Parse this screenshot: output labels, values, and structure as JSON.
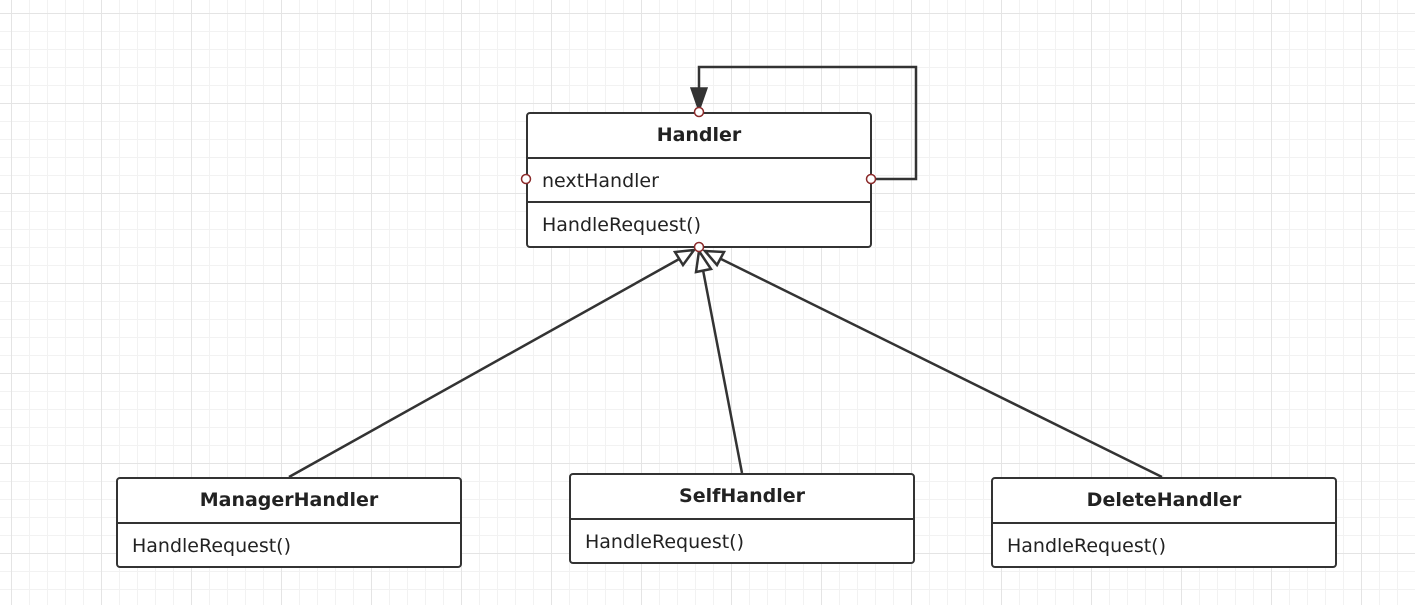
{
  "diagram": {
    "classes": {
      "handler": {
        "name": "Handler",
        "attribute": "nextHandler",
        "method": "HandleRequest()"
      },
      "manager_handler": {
        "name": "ManagerHandler",
        "method": "HandleRequest()"
      },
      "self_handler": {
        "name": "SelfHandler",
        "method": "HandleRequest()"
      },
      "delete_handler": {
        "name": "DeleteHandler",
        "method": "HandleRequest()"
      }
    },
    "relations": [
      {
        "type": "association",
        "from": "Handler",
        "to": "Handler"
      },
      {
        "type": "generalization",
        "from": "ManagerHandler",
        "to": "Handler"
      },
      {
        "type": "generalization",
        "from": "SelfHandler",
        "to": "Handler"
      },
      {
        "type": "generalization",
        "from": "DeleteHandler",
        "to": "Handler"
      }
    ],
    "colors": {
      "line": "#333333",
      "grid": "#e4e4e4",
      "connection_point": "#8b2a2a"
    }
  }
}
